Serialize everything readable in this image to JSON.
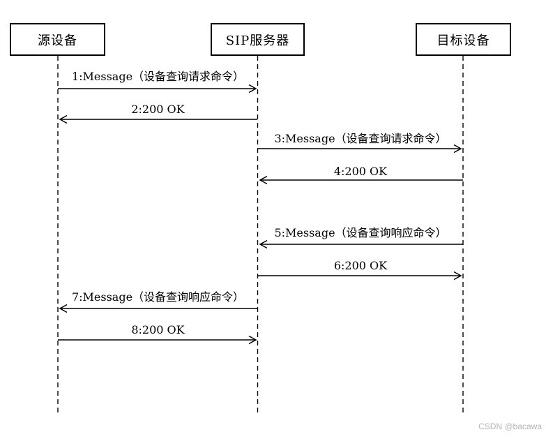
{
  "diagram": {
    "type": "sequence-diagram",
    "actors": [
      {
        "id": "source-device",
        "label": "源设备"
      },
      {
        "id": "sip-server",
        "label": "SIP服务器"
      },
      {
        "id": "target-device",
        "label": "目标设备"
      }
    ],
    "messages": [
      {
        "seq": 1,
        "label": "1:Message（设备查询请求命令）",
        "from": "源设备",
        "to": "SIP服务器",
        "direction": "right"
      },
      {
        "seq": 2,
        "label": "2:200 OK",
        "from": "SIP服务器",
        "to": "源设备",
        "direction": "left"
      },
      {
        "seq": 3,
        "label": "3:Message（设备查询请求命令）",
        "from": "SIP服务器",
        "to": "目标设备",
        "direction": "right"
      },
      {
        "seq": 4,
        "label": "4:200 OK",
        "from": "目标设备",
        "to": "SIP服务器",
        "direction": "left"
      },
      {
        "seq": 5,
        "label": "5:Message（设备查询响应命令）",
        "from": "目标设备",
        "to": "SIP服务器",
        "direction": "left"
      },
      {
        "seq": 6,
        "label": "6:200 OK",
        "from": "SIP服务器",
        "to": "目标设备",
        "direction": "right"
      },
      {
        "seq": 7,
        "label": "7:Message（设备查询响应命令）",
        "from": "SIP服务器",
        "to": "源设备",
        "direction": "left"
      },
      {
        "seq": 8,
        "label": "8:200 OK",
        "from": "源设备",
        "to": "SIP服务器",
        "direction": "right"
      }
    ],
    "watermark": "CSDN @bacawa",
    "colors": {
      "line": "#000000",
      "background": "#ffffff",
      "watermark": "#b3b3b3"
    }
  }
}
